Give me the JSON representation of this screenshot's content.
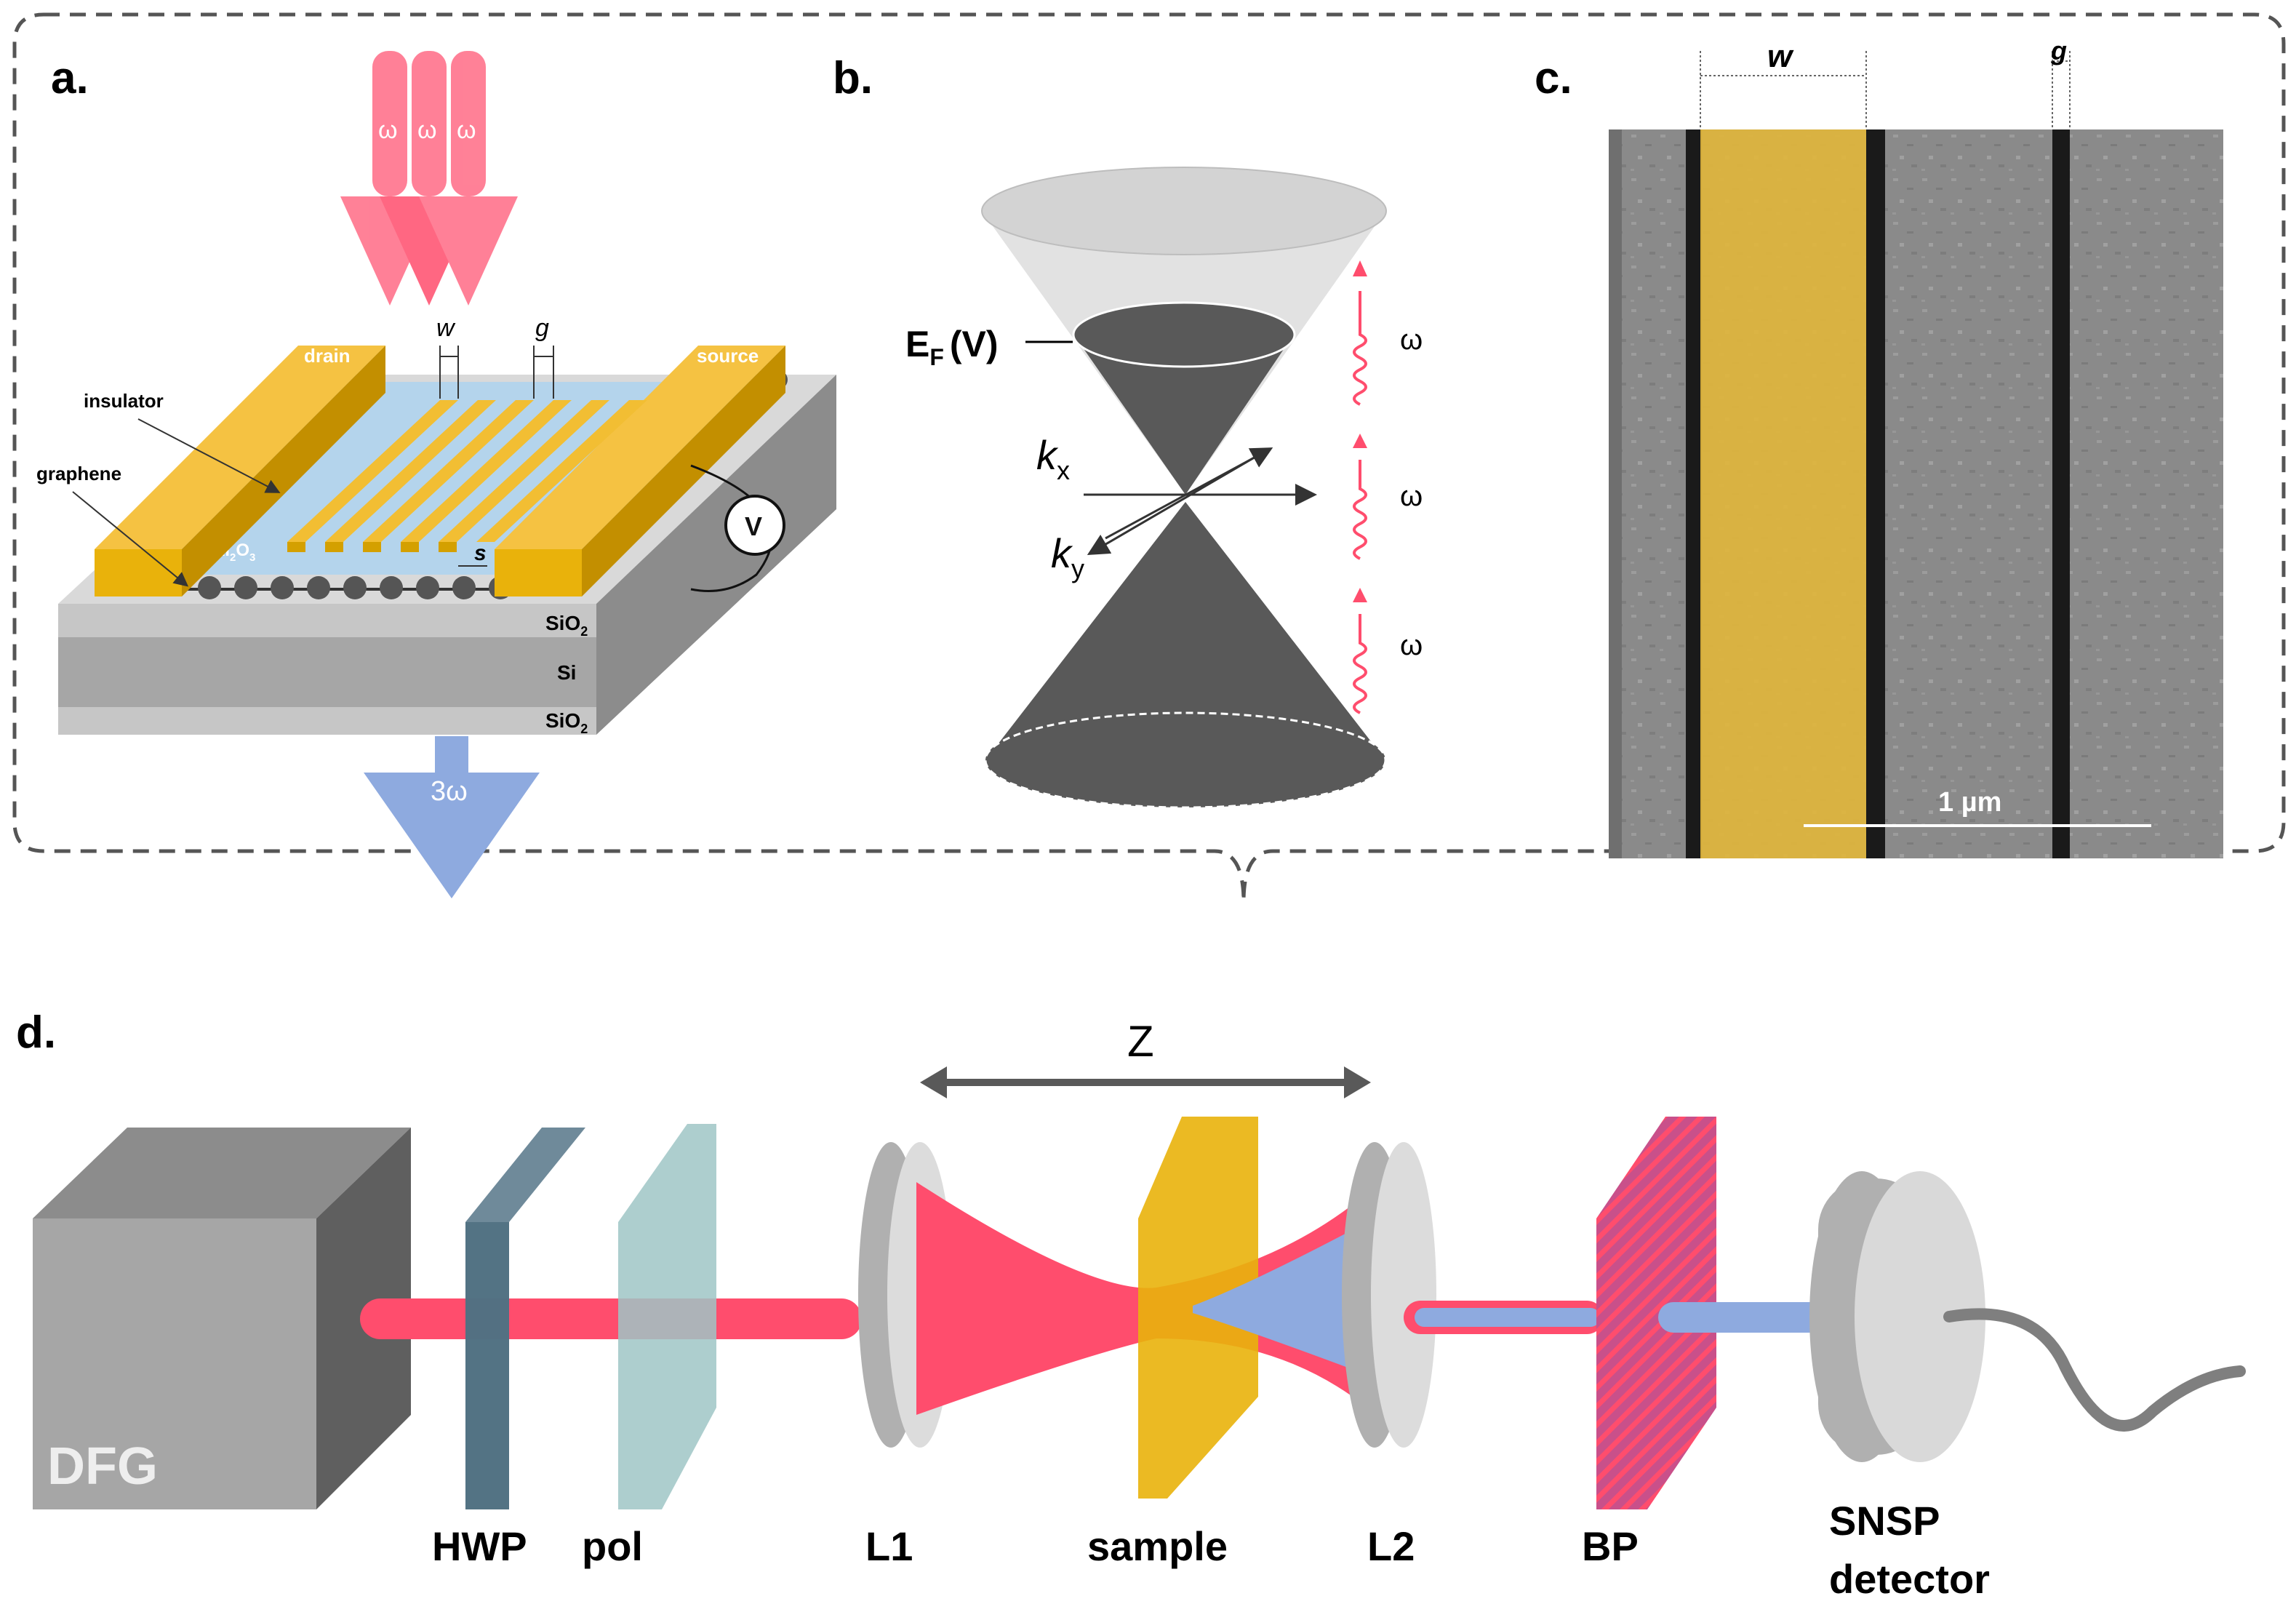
{
  "panels": {
    "a": {
      "label": "a.",
      "omega": [
        "ω",
        "ω",
        "ω"
      ],
      "w": "w",
      "g": "g",
      "s": "s",
      "drain": "drain",
      "source": "source",
      "insulator": "insulator",
      "graphene": "graphene",
      "al2o3_main": "Al",
      "al2o3_sub": "2",
      "al2o3_o": "O",
      "al2o3_sub2": "3",
      "voltmeter": "V",
      "sio2_main": "SiO",
      "sio2_sub": "2",
      "si": "Si",
      "third_harmonic": "3ω"
    },
    "b": {
      "label": "b.",
      "ef_main": "E",
      "ef_sub": "F",
      "ef_arg": "(V)",
      "kx_main": "k",
      "kx_sub": "x",
      "ky_main": "k",
      "ky_sub": "y",
      "omega": [
        "ω",
        "ω",
        "ω"
      ]
    },
    "c": {
      "label": "c.",
      "w": "w",
      "g": "g",
      "scalebar": "1 µm"
    },
    "d": {
      "label": "d.",
      "z": "Z",
      "dfg": "DFG",
      "hwp": "HWP",
      "pol": "pol",
      "l1": "L1",
      "sample": "sample",
      "l2": "L2",
      "bp": "BP",
      "snsp_1": "SNSP",
      "snsp_2": "detector"
    }
  },
  "colors": {
    "pump_red": "#ff4d6d",
    "third_harmonic_blue": "#8eaadf",
    "gold": "#e9b20b",
    "al2o3_blue": "#b4d4ec",
    "sio2_gray": "#c6c6c6",
    "si_gray": "#a6a6a6",
    "cone_dark": "#595959",
    "sem_gray": "#8a8a8a",
    "dashed_border": "#555555"
  }
}
